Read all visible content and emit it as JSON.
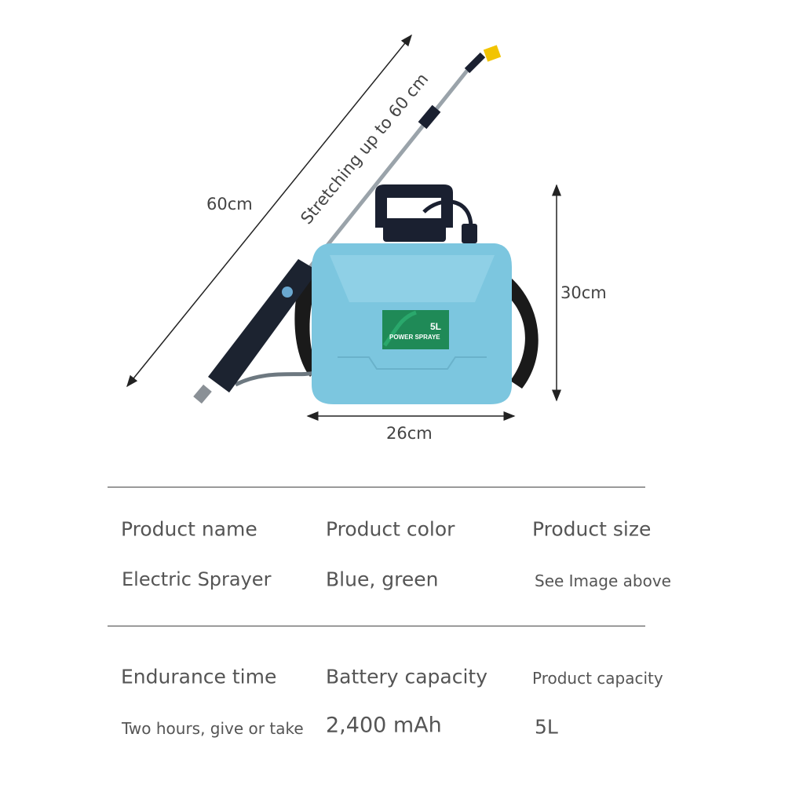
{
  "dimensions": {
    "length": "60cm",
    "stretch": "Stretching up to 60 cm",
    "height": "30cm",
    "width": "26cm"
  },
  "product_label": {
    "capacity": "5L",
    "name": "POWER SPRAYE"
  },
  "specs": {
    "row1": {
      "headers": [
        "Product name",
        "Product color",
        "Product size"
      ],
      "values": [
        "Electric Sprayer",
        "Blue, green",
        "See Image above"
      ]
    },
    "row2": {
      "headers": [
        "Endurance time",
        "Battery capacity",
        "Product capacity"
      ],
      "values": [
        "Two hours, give or take",
        "2,400 mAh",
        "5L"
      ]
    }
  },
  "colors": {
    "tank": "#7cc6df",
    "label": "#1f8a57",
    "handle": "#1c2330",
    "nozzle": "#f2c400"
  }
}
